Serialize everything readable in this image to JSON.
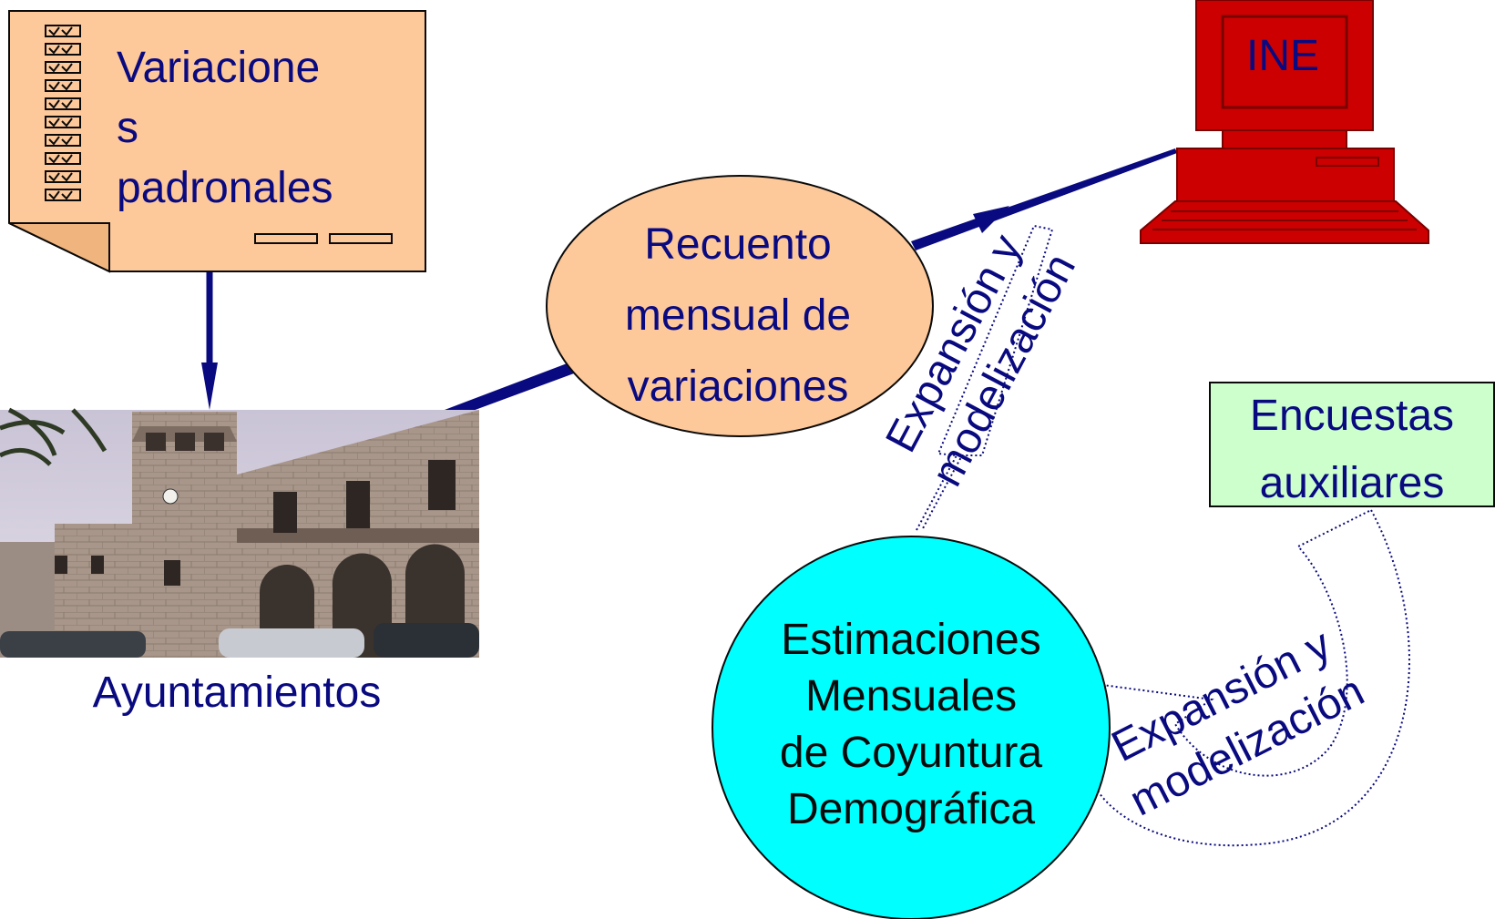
{
  "document": {
    "title_lines": [
      "Variacione",
      "s",
      "padronales"
    ]
  },
  "recuento": {
    "lines": [
      "Recuento",
      "mensual de",
      "variaciones"
    ]
  },
  "computer": {
    "label": "INE"
  },
  "estimaciones": {
    "lines": [
      "Estimaciones",
      "Mensuales",
      "de Coyuntura",
      "Demográfica"
    ]
  },
  "encuestas": {
    "lines": [
      "Encuestas",
      "auxiliares"
    ]
  },
  "ayuntamiento": {
    "label": "Ayuntamientos"
  },
  "arrow_labels": {
    "top": [
      "Expansión y",
      "modelización"
    ],
    "bottom": [
      "Expansión y",
      "modelización"
    ]
  },
  "colors": {
    "document_fill": "#fdc89a",
    "recuento_fill": "#fdc89a",
    "estimaciones_fill": "#00ffff",
    "encuestas_fill": "#ccffcc",
    "computer_fill": "#cc0000",
    "arrow_color": "#0a0a80",
    "text_color": "#0a0a80"
  }
}
